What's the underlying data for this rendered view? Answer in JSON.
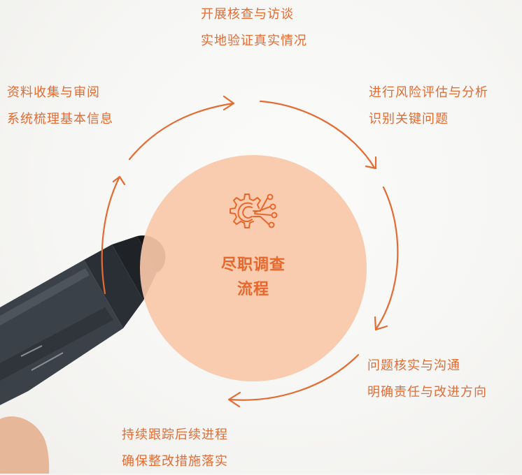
{
  "center": {
    "title_line1": "尽职调查",
    "title_line2": "流程",
    "icon": "gear-circuit-icon"
  },
  "steps": [
    {
      "line1": "开展核查与访谈",
      "line2": "实地验证真实情况"
    },
    {
      "line1": "进行风险评估与分析",
      "line2": "识别关键问题"
    },
    {
      "line1": "问题核实与沟通",
      "line2": "明确责任与改进方向"
    },
    {
      "line1": "持续跟踪后续进程",
      "line2": "确保整改措施落实"
    },
    {
      "line1": "资料收集与审阅",
      "line2": "系统梳理基本信息"
    }
  ],
  "colors": {
    "accent": "#e46b32",
    "center_fill": "#f8c7a8",
    "background": "#f6f6f4",
    "marker_body": "#3b4148"
  }
}
